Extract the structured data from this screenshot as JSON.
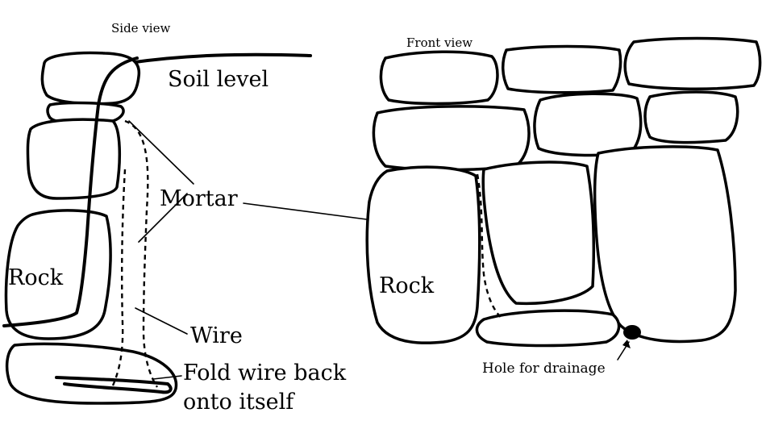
{
  "side_view": {
    "title": "Side view",
    "soil_label": "Soil level",
    "mortar_label": "Mortar",
    "rock_label": "Rock",
    "wire_label": "Wire",
    "fold_label_line1": "Fold wire back",
    "fold_label_line2": "onto itself"
  },
  "front_view": {
    "title": "Front view",
    "rock_label": "Rock",
    "drain_label": "Hole for drainage"
  },
  "colors": {
    "ink": "#000000",
    "paper": "#ffffff"
  }
}
